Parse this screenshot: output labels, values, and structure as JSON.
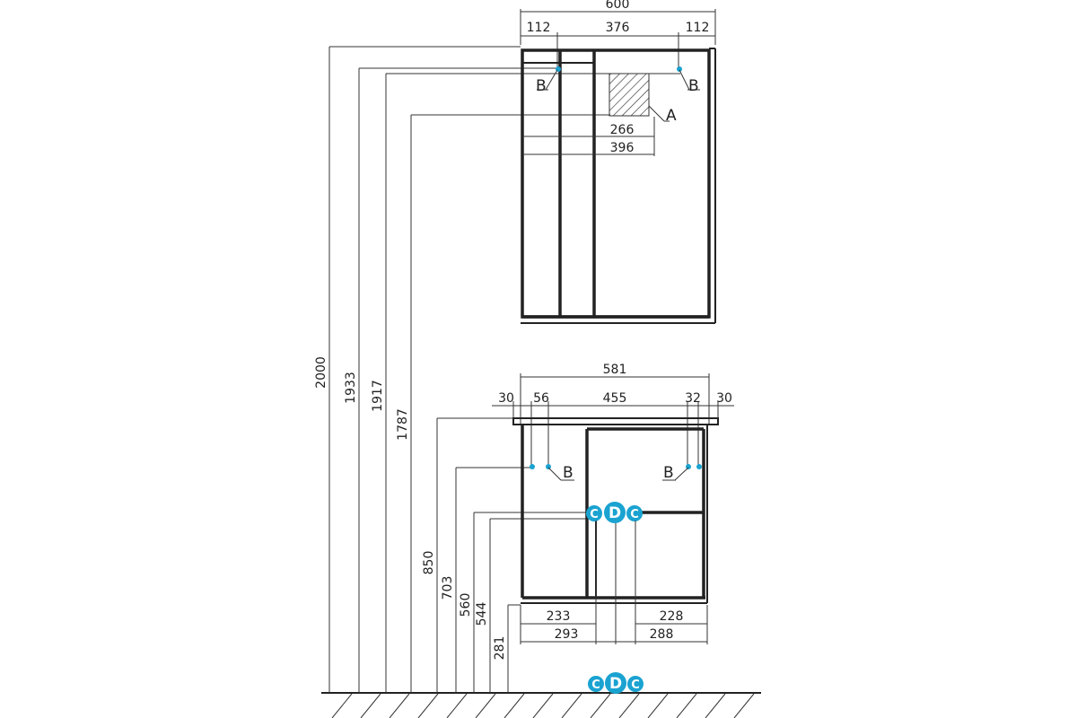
{
  "colors": {
    "line": "#222222",
    "accent": "#1aa3d1",
    "background": "#ffffff"
  },
  "mirror": {
    "width_total": "600",
    "left_margin": "112",
    "center_span": "376",
    "right_margin": "112",
    "dim_266": "266",
    "dim_396": "396",
    "label_a": "A",
    "label_b": "B"
  },
  "vanity": {
    "width_top": "581",
    "dim_30_left": "30",
    "dim_56": "56",
    "dim_455": "455",
    "dim_32": "32",
    "dim_30_right": "30",
    "dim_233": "233",
    "dim_228": "228",
    "dim_293": "293",
    "dim_288": "288",
    "label_b": "B",
    "label_c": "C",
    "label_d": "D"
  },
  "heights": {
    "h2000": "2000",
    "h1933": "1933",
    "h1917": "1917",
    "h1787": "1787",
    "h850": "850",
    "h703": "703",
    "h560": "560",
    "h544": "544",
    "h281": "281"
  }
}
